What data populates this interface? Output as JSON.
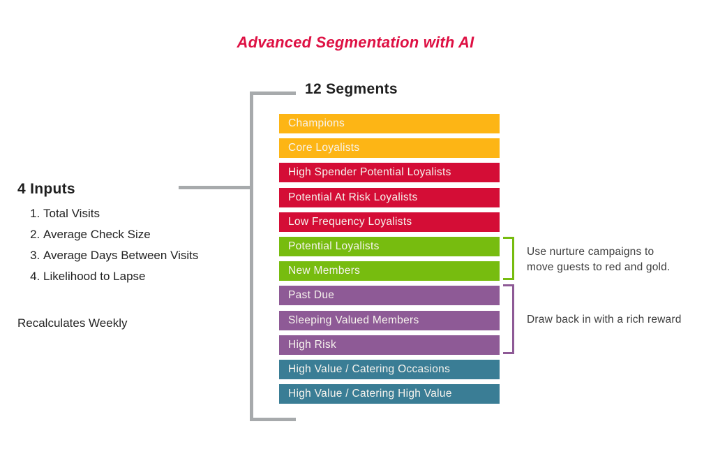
{
  "title": "Advanced Segmentation with AI",
  "segments_panel": {
    "heading": "12 Segments",
    "segments": [
      {
        "label": "Champions",
        "color": "#FDB515"
      },
      {
        "label": "Core Loyalists",
        "color": "#FDB515"
      },
      {
        "label": "High Spender Potential Loyalists",
        "color": "#D40D36"
      },
      {
        "label": "Potential At Risk Loyalists",
        "color": "#D40D36"
      },
      {
        "label": "Low Frequency Loyalists",
        "color": "#D40D36"
      },
      {
        "label": "Potential Loyalists",
        "color": "#77BC0F"
      },
      {
        "label": "New Members",
        "color": "#77BC0F"
      },
      {
        "label": "Past Due",
        "color": "#8E5A96"
      },
      {
        "label": "Sleeping Valued Members",
        "color": "#8E5A96"
      },
      {
        "label": "High Risk",
        "color": "#8E5A96"
      },
      {
        "label": "High Value / Catering Occasions",
        "color": "#3A7D95"
      },
      {
        "label": "High Value / Catering High Value",
        "color": "#3A7D95"
      }
    ]
  },
  "inputs_panel": {
    "heading": "4 Inputs",
    "items": [
      "Total Visits",
      "Average Check Size",
      "Average Days Between Visits",
      "Likelihood to Lapse"
    ],
    "footnote": "Recalculates Weekly"
  },
  "annotations": {
    "nurture": {
      "line1": "Use nurture campaigns to",
      "line2": "move guests to red and gold.",
      "bracket_color": "#77BC0F"
    },
    "winback": {
      "text": "Draw back in with a rich reward",
      "bracket_color": "#8E5A96"
    }
  },
  "colors": {
    "title": "#DE1043",
    "connector_gray": "#A7AAAC",
    "gold": "#FDB515",
    "red": "#D40D36",
    "green": "#77BC0F",
    "purple": "#8E5A96",
    "teal": "#3A7D95",
    "bar_text": "#F7F4EE"
  }
}
